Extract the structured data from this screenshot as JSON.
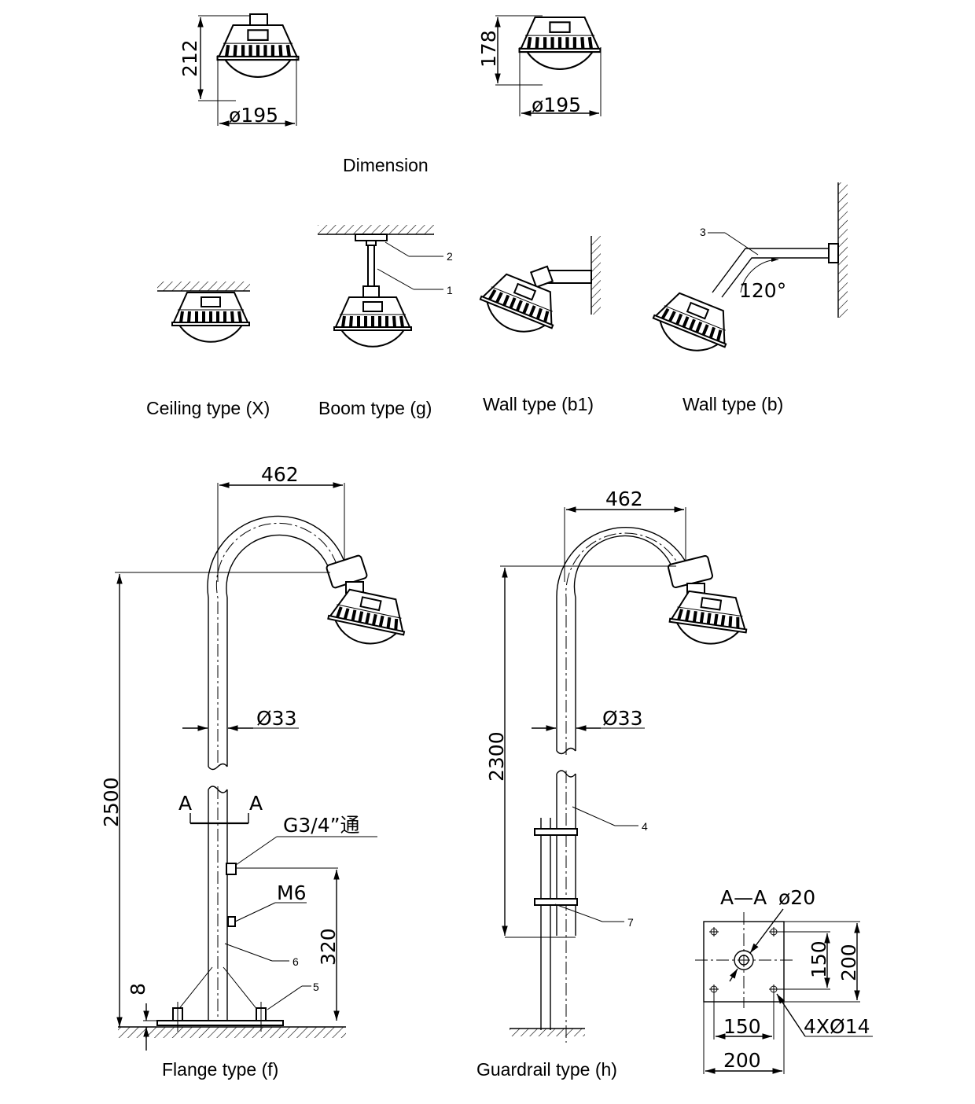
{
  "top_section": {
    "title": "Dimension",
    "view1": {
      "height": "212",
      "diameter": "ø195"
    },
    "view2": {
      "height": "178",
      "diameter": "ø195"
    }
  },
  "mount_types": {
    "ceiling": "Ceiling type (X)",
    "boom": "Boom type (g)",
    "wall_b1": "Wall type (b1)",
    "wall_b": "Wall type (b)",
    "angle": "120°",
    "callouts": {
      "boom_1": "1",
      "boom_2": "2",
      "wall_3": "3"
    }
  },
  "flange": {
    "caption": "Flange type (f)",
    "reach": "462",
    "height": "2500",
    "pipe_dia": "Ø33",
    "section_mark": "A",
    "thread": "G3/4”通",
    "bolt": "M6",
    "height_low": "320",
    "plate_thickness": "8",
    "callout_5": "5",
    "callout_6": "6"
  },
  "guardrail": {
    "caption": "Guardrail type (h)",
    "reach": "462",
    "height": "2300",
    "pipe_dia": "Ø33",
    "callout_4": "4",
    "callout_7": "7"
  },
  "section_aa": {
    "title": "A—A",
    "hole_dia": "ø20",
    "inner_v": "150",
    "outer_v": "200",
    "inner_h": "150",
    "outer_h": "200",
    "holes": "4XØ14"
  }
}
